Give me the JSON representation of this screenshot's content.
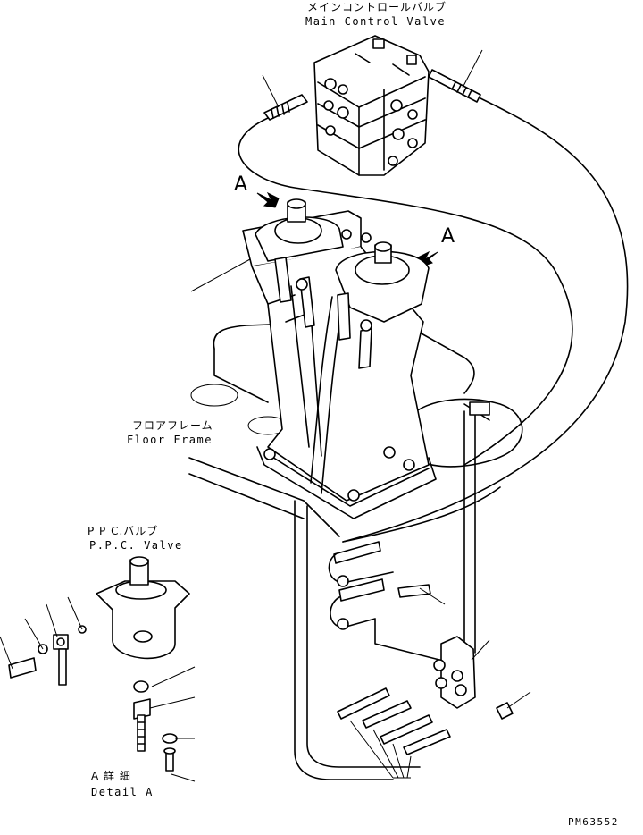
{
  "labels": {
    "main_valve_jp": "メインコントロールバルブ",
    "main_valve_en": "Main Control Valve",
    "arrow_a_left": "A",
    "arrow_a_right": "A",
    "floor_frame_jp": "フロアフレーム",
    "floor_frame_en": "Floor Frame",
    "ppc_valve_jp": "P P C.バルブ",
    "ppc_valve_en": "P.P.C. Valve",
    "detail_jp": "A 詳 細",
    "detail_en": "Detail A",
    "part_code": "PM63552"
  }
}
